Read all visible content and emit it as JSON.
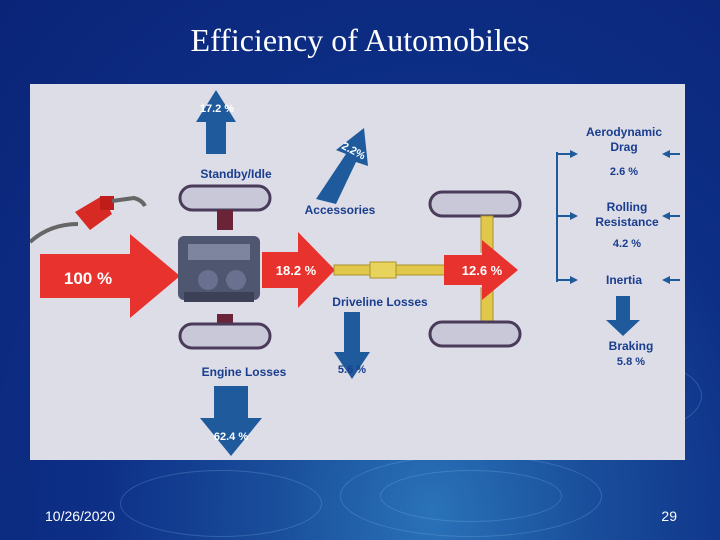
{
  "slide": {
    "title": "Efficiency of Automobiles",
    "date": "10/26/2020",
    "page_number": "29"
  },
  "diagram": {
    "fuel_input": "100 %",
    "standby_idle_value": "17.2 %",
    "standby_idle_label": "Standby/Idle",
    "accessories_value": "2.2%",
    "accessories_label": "Accessories",
    "engine_output_value": "18.2 %",
    "driveline_label": "Driveline Losses",
    "driveline_value": "5.6 %",
    "engine_losses_label": "Engine Losses",
    "engine_losses_value": "62.4 %",
    "wheels_value": "12.6 %",
    "aero_label_1": "Aerodynamic",
    "aero_label_2": "Drag",
    "aero_value": "2.6 %",
    "rolling_label_1": "Rolling",
    "rolling_label_2": "Resistance",
    "rolling_value": "4.2 %",
    "inertia_label": "Inertia",
    "braking_label": "Braking",
    "braking_value": "5.8 %"
  },
  "colors": {
    "arrow_red": "#e8322e",
    "arrow_blue": "#1f5a9c",
    "label_blue": "#1a3d8f",
    "panel_bg": "#dcdde6",
    "slide_bg": "#0d2f86"
  }
}
